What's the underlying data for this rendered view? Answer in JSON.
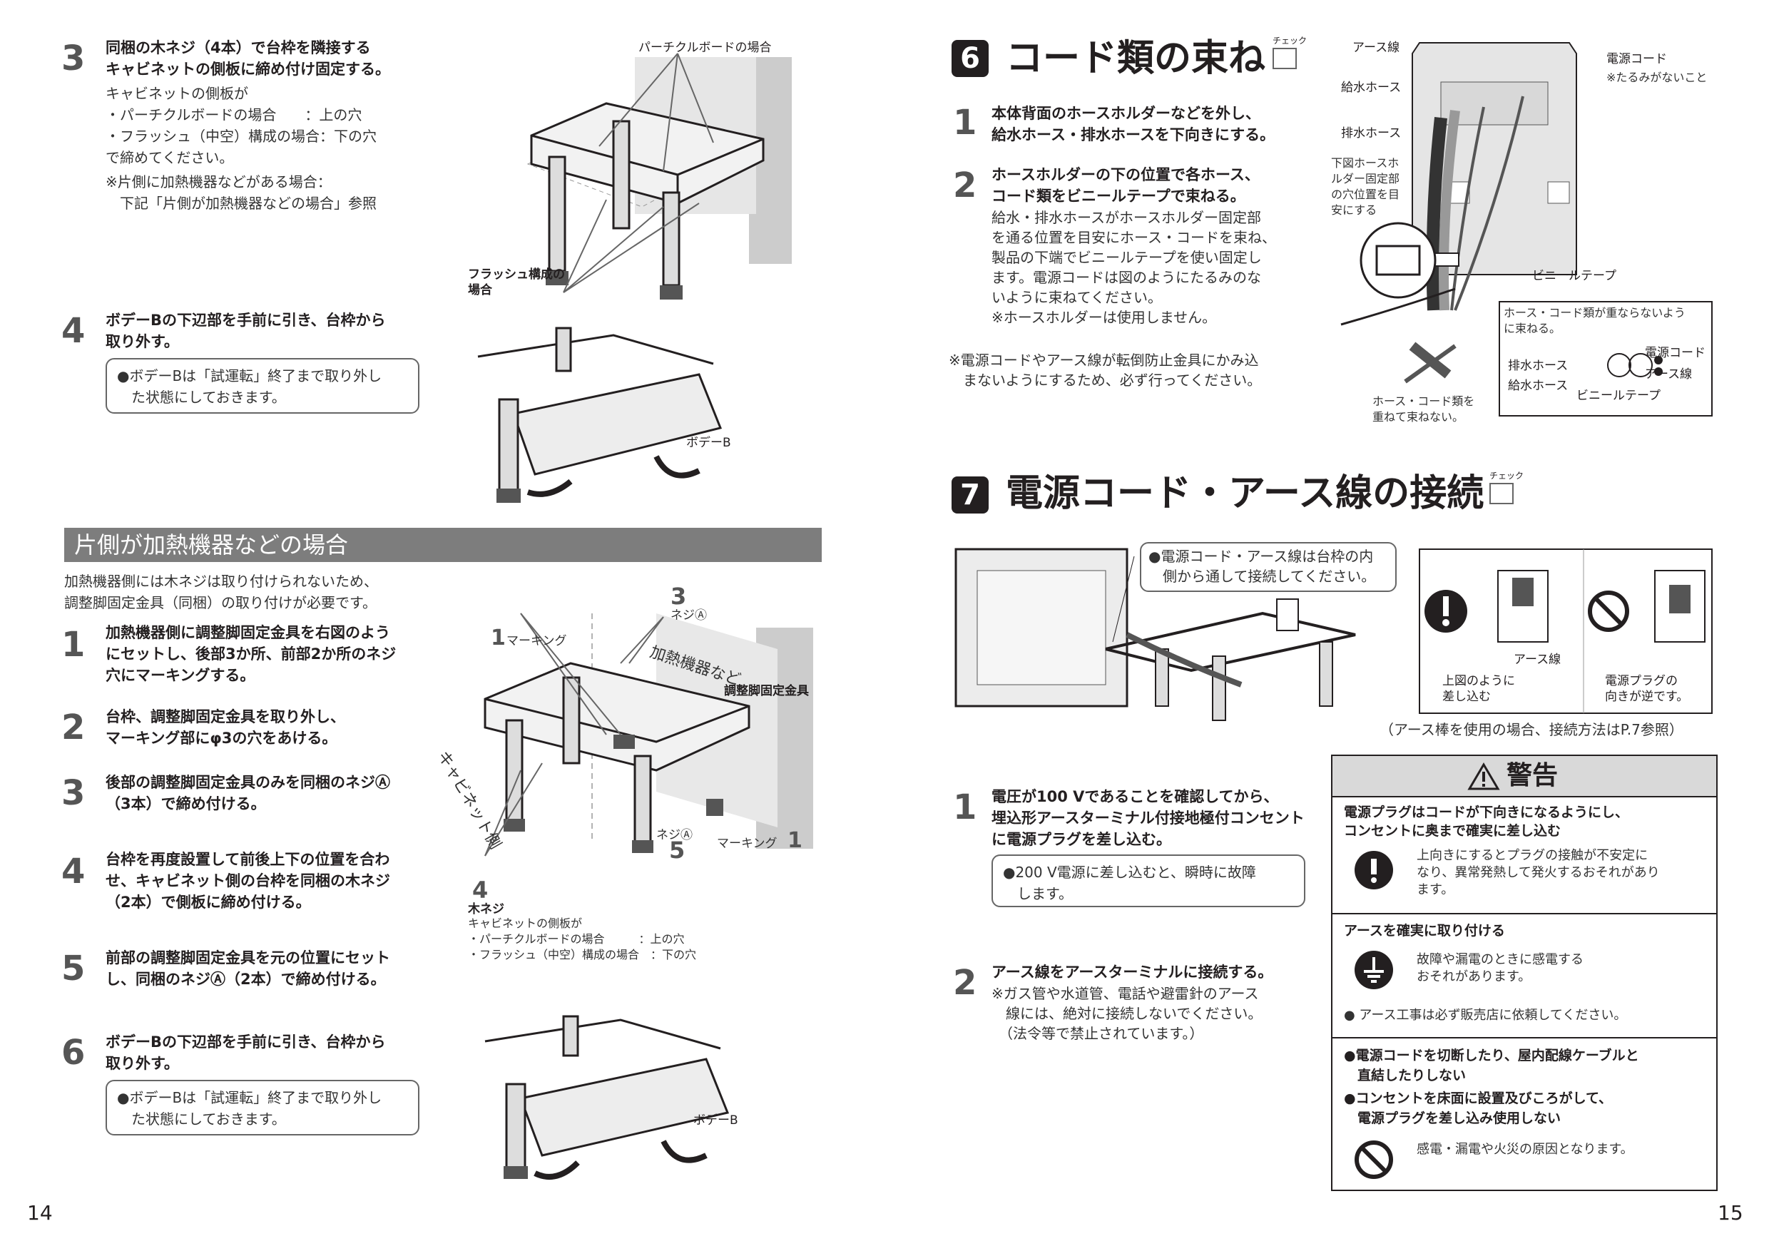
{
  "left_page": {
    "step3_top": {
      "num": "3",
      "title1": "同梱の木ネジ（4本）で台枠を隣接する",
      "title2": "キャビネットの側板に締め付け固定する。",
      "body1": "キャビネットの側板が",
      "body2": "・パーチクルボードの場合　　：上の穴",
      "body3": "・フラッシュ（中空）構成の場合：下の穴",
      "body4": "で締めてください。",
      "body5": "※片側に加熱機器などがある場合：",
      "body6": "　下記「片側が加熱機器などの場合」参照"
    },
    "fig1": {
      "label_particle": "パーチクルボードの場合",
      "label_flash1": "フラッシュ構成の",
      "label_flash2": "場合"
    },
    "step4_top": {
      "num": "4",
      "title1": "ボデーBの下辺部を手前に引き、台枠から",
      "title2": "取り外す。",
      "note1": "●ボデーBは「試運転」終了まで取り外し",
      "note2": "　た状態にしておきます。"
    },
    "fig2": {
      "label": "ボデーB"
    },
    "section": {
      "title": "片側が加熱機器などの場合",
      "intro1": "加熱機器側には木ネジは取り付けられないため、",
      "intro2": "調整脚固定金具（同梱）の取り付けが必要です。"
    },
    "steps": [
      {
        "num": "1",
        "l1": "加熱機器側に調整脚固定金具を右図のよう",
        "l2": "にセットし、後部3か所、前部2か所のネジ",
        "l3": "穴にマーキングする。"
      },
      {
        "num": "2",
        "l1": "台枠、調整脚固定金具を取り外し、",
        "l2": "マーキング部にφ3の穴をあける。",
        "l3": ""
      },
      {
        "num": "3",
        "l1": "後部の調整脚固定金具のみを同梱のネジⒶ",
        "l2": "（3本）で締め付ける。",
        "l3": ""
      },
      {
        "num": "4",
        "l1": "台枠を再度設置して前後上下の位置を合わ",
        "l2": "せ、キャビネット側の台枠を同梱の木ネジ",
        "l3": "（2本）で側板に締め付ける。"
      },
      {
        "num": "5",
        "l1": "前部の調整脚固定金具を元の位置にセット",
        "l2": "し、同梱のネジⒶ（2本）で締め付ける。",
        "l3": ""
      },
      {
        "num": "6",
        "l1": "ボデーBの下辺部を手前に引き、台枠から",
        "l2": "取り外す。",
        "l3": ""
      }
    ],
    "step6_note1": "●ボデーBは「試運転」終了まで取り外し",
    "step6_note2": "　た状態にしておきます。",
    "fig3": {
      "n3": "3",
      "screw_a": "ネジⒶ",
      "n1a": "1",
      "marking_a": "マーキング",
      "heater": "加熱機器など",
      "bracket": "調整脚固定金具",
      "cabinet": "キャビネット側",
      "screw_b": "ネジⒶ",
      "n5": "5",
      "marking_b": "マーキング",
      "n1b": "1",
      "n4": "4",
      "wood": "木ネジ",
      "c1": "キャビネットの側板が",
      "c2": "・パーチクルボードの場合　　　：上の穴",
      "c3": "・フラッシュ（中空）構成の場合　：下の穴"
    },
    "fig4": {
      "label": "ボデーB"
    },
    "page_number": "14"
  },
  "right_page": {
    "sec6": {
      "badge": "6",
      "title": "コード類の束ね",
      "check": "チェック",
      "s1_num": "1",
      "s1_l1": "本体背面のホースホルダーなどを外し、",
      "s1_l2": "給水ホース・排水ホースを下向きにする。",
      "s2_num": "2",
      "s2_l1": "ホースホルダーの下の位置で各ホース、",
      "s2_l2": "コード類をビニールテープで束ねる。",
      "s2_b1": "給水・排水ホースがホースホルダー固定部",
      "s2_b2": "を通る位置を目安にホース・コードを束ね、",
      "s2_b3": "製品の下端でビニールテープを使い固定し",
      "s2_b4": "ます。電源コードは図のようにたるみのな",
      "s2_b5": "いように束ねてください。",
      "s2_b6": "※ホースホルダーは使用しません。",
      "note1": "※電源コードやアース線が転倒防止金具にかみ込",
      "note2": "　まないようにするため、必ず行ってください。"
    },
    "fig6": {
      "earth": "アース線",
      "supply": "給水ホース",
      "drain": "排水ホース",
      "cord": "電源コード",
      "cord_note": "※たるみがないこと",
      "holder1": "下図ホースホ",
      "holder2": "ルダー固定部",
      "holder3": "の穴位置を目",
      "holder4": "安にする",
      "tape": "ビニールテープ",
      "box1": "ホース・コード類が重ならないよう",
      "box2": "に束ねる。",
      "b_cord": "電源コード",
      "b_drain": "排水ホース",
      "b_earth": "アース線",
      "b_supply": "給水ホース",
      "b_tape": "ビニールテープ",
      "ng1": "ホース・コード類を",
      "ng2": "重ねて束ねない。"
    },
    "sec7": {
      "badge": "7",
      "title": "電源コード・アース線の接続",
      "check": "チェック",
      "callout1": "●電源コード・アース線は台枠の内",
      "callout2": "　側から通して接続してください。",
      "ok1": "上図のように",
      "ok2": "差し込む",
      "earth_lbl": "アース線",
      "ng1": "電源プラグの",
      "ng2": "向きが逆です。",
      "ref": "（アース棒を使用の場合、接続方法はP.7参照）",
      "s1_num": "1",
      "s1_l1": "電圧が100 Vであることを確認してから、",
      "s1_l2": "埋込形アースターミナル付接地極付コンセント",
      "s1_l3": "に電源プラグを差し込む。",
      "s1_note1": "●200 V電源に差し込むと、瞬時に故障",
      "s1_note2": "　します。",
      "s2_num": "2",
      "s2_l1": "アース線をアースターミナルに接続する。",
      "s2_b1": "※ガス管や水道管、電話や避雷針のアース",
      "s2_b2": "　線には、絶対に接続しないでください。",
      "s2_b3": "　（法令等で禁止されています。）"
    },
    "warning": {
      "title": "警告",
      "r1_t1": "電源プラグはコードが下向きになるようにし、",
      "r1_t2": "コンセントに奥まで確実に差し込む",
      "r1_b1": "上向きにするとプラグの接触が不安定に",
      "r1_b2": "なり、異常発熱して発火するおそれがあり",
      "r1_b3": "ます。",
      "r2_t": "アースを確実に取り付ける",
      "r2_b1": "故障や漏電のときに感電する",
      "r2_b2": "おそれがあります。",
      "r2_n": "● アース工事は必ず販売店に依頼してください。",
      "r3_t1": "●電源コードを切断したり、屋内配線ケーブルと",
      "r3_t2": "　直結したりしない",
      "r3_t3": "●コンセントを床面に設置及びころがして、",
      "r3_t4": "　電源プラグを差し込み使用しない",
      "r3_b": "感電・漏電や火災の原因となります。"
    },
    "page_number": "15"
  }
}
